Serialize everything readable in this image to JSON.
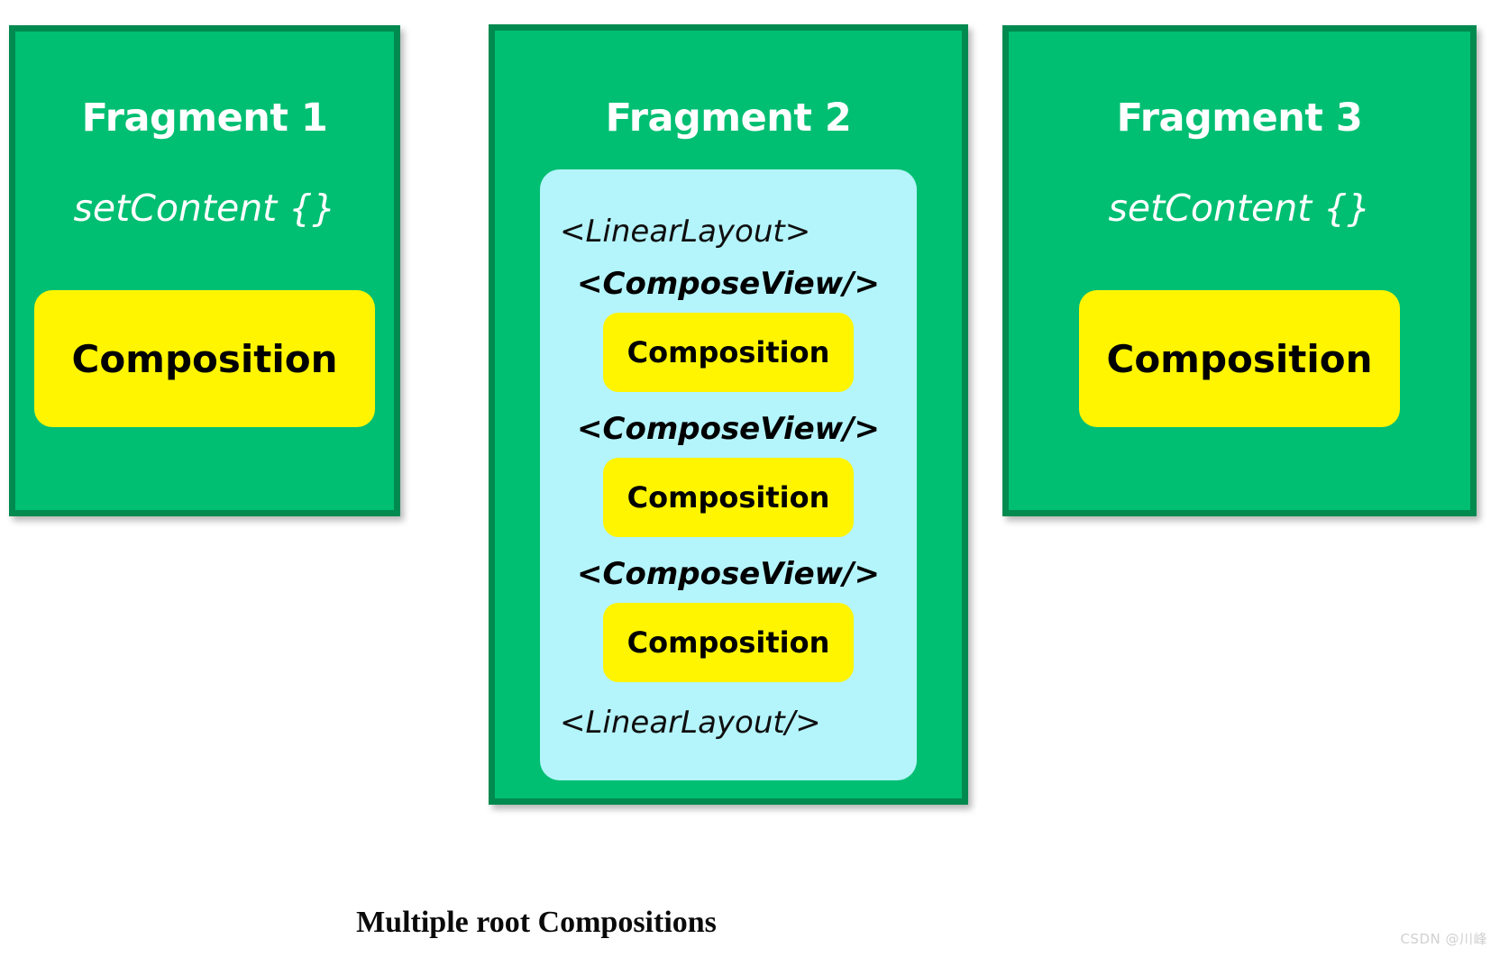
{
  "diagram": {
    "caption": "Multiple root Compositions",
    "watermark": "CSDN @川峰",
    "colors": {
      "fragment_fill": "#00BF72",
      "fragment_border": "#018A50",
      "composition_fill": "#FFF500",
      "linear_layout_fill": "#B4F4FB",
      "title_text": "#FFFFFF",
      "tag_text": "#000000"
    },
    "fragments": [
      {
        "title": "Fragment 1",
        "set_content": "setContent {}",
        "composition_label": "Composition"
      },
      {
        "title": "Fragment 2",
        "linear_layout": {
          "open_tag": "<LinearLayout>",
          "close_tag": "<LinearLayout/>",
          "compose_views": [
            {
              "tag": "<ComposeView/>",
              "composition_label": "Composition"
            },
            {
              "tag": "<ComposeView/>",
              "composition_label": "Composition"
            },
            {
              "tag": "<ComposeView/>",
              "composition_label": "Composition"
            }
          ]
        }
      },
      {
        "title": "Fragment 3",
        "set_content": "setContent {}",
        "composition_label": "Composition"
      }
    ]
  }
}
